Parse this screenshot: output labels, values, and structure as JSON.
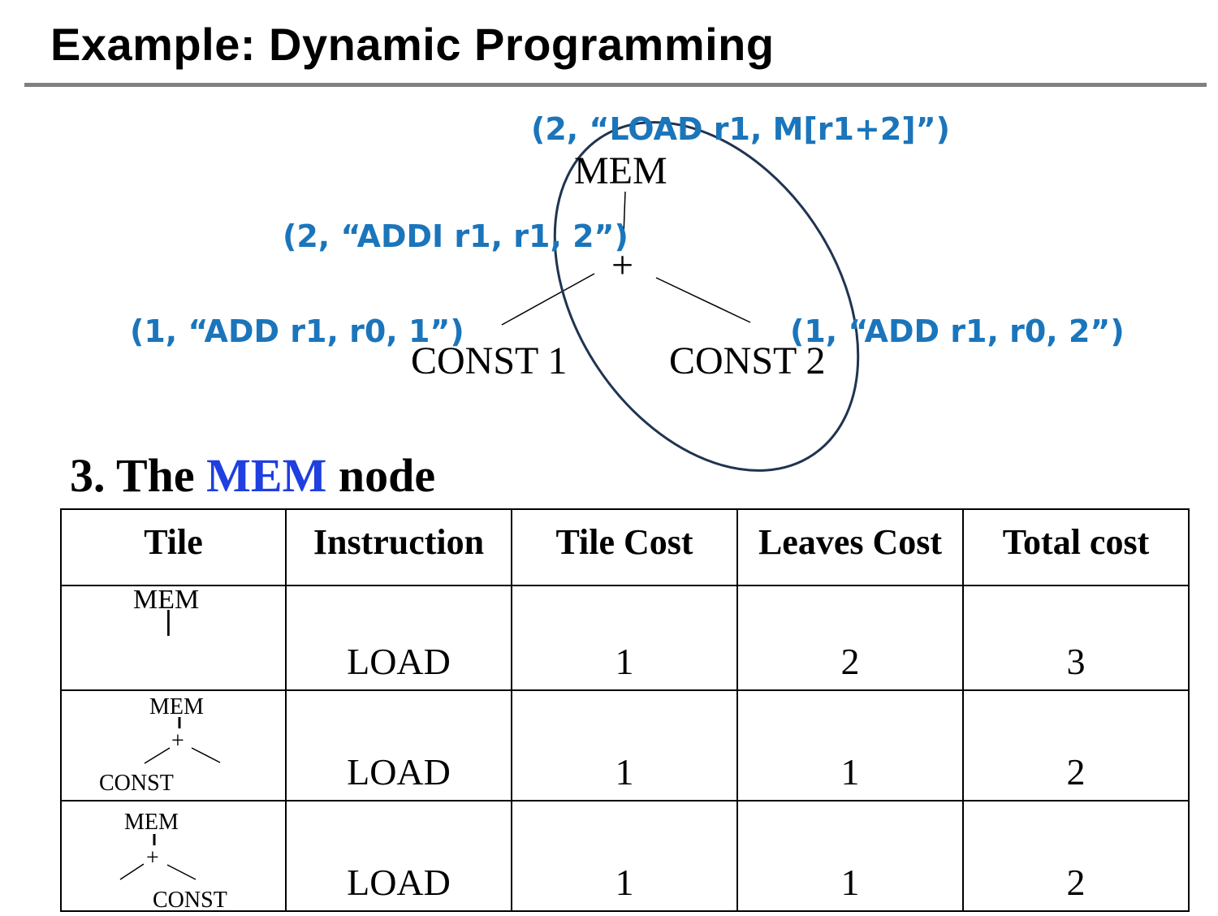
{
  "title": "Example: Dynamic Programming",
  "tree": {
    "nodes": {
      "mem": "MEM",
      "plus": "+",
      "const_left": "CONST 1",
      "const_right": "CONST 2"
    },
    "annotations": {
      "mem": "(2, “LOAD r1, M[r1+2]”)",
      "plus": "(2, “ADDI r1, r1, 2”)",
      "const_left": "(1, “ADD r1, r0, 1”)",
      "const_right": "(1, “ADD r1, r0, 2”)"
    },
    "annotation_color": "#1b75bb",
    "ellipse_color": "#1f3450"
  },
  "section": {
    "prefix": "3. The ",
    "highlight": "MEM",
    "suffix": " node",
    "highlight_color": "#1f3fe0"
  },
  "table": {
    "headers": [
      "Tile",
      "Instruction",
      "Tile Cost",
      "Leaves Cost",
      "Total cost"
    ],
    "rows": [
      {
        "tile": {
          "mem": "MEM",
          "bar": "|"
        },
        "instruction": "LOAD",
        "tile_cost": "1",
        "leaves_cost": "2",
        "total_cost": "3"
      },
      {
        "tile": {
          "mem": "MEM",
          "plus": "+",
          "const": "CONST"
        },
        "instruction": "LOAD",
        "tile_cost": "1",
        "leaves_cost": "1",
        "total_cost": "2"
      },
      {
        "tile": {
          "mem": "MEM",
          "plus": "+",
          "const": "CONST"
        },
        "instruction": "LOAD",
        "tile_cost": "1",
        "leaves_cost": "1",
        "total_cost": "2"
      }
    ]
  }
}
